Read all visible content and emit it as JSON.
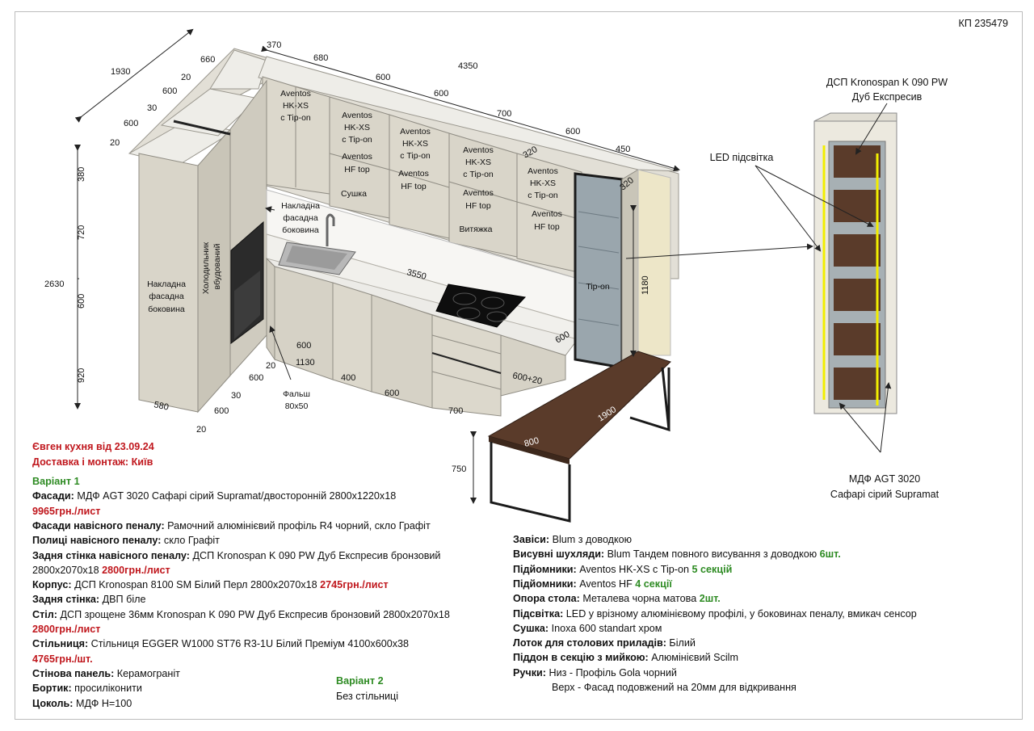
{
  "code": "КП 235479",
  "header": {
    "client": "Євген кухня від 23.09.24",
    "delivery": "Доставка і монтаж: Київ"
  },
  "drawing": {
    "colors": {
      "cabinet_light": "#dcd8cc",
      "cabinet_side": "#c9c5b8",
      "worktop": "#ecebe7",
      "glass": "#9aa6ad",
      "wood": "#5a3b2a",
      "led": "#f2ee00",
      "metal": "#1a1a1a"
    },
    "dims": {
      "d1930": "1930",
      "d660": "660",
      "d370": "370",
      "d680": "680",
      "d4350": "4350",
      "d600a": "600",
      "d600b": "600",
      "d700a": "700",
      "d600c": "600",
      "d450": "450",
      "d20a": "20",
      "d600d": "600",
      "d30a": "30",
      "d600e": "600",
      "d20b": "20",
      "d380": "380",
      "d720": "720",
      "d2630": "2630",
      "d600f": "600",
      "d920": "920",
      "d320a": "320",
      "d320b": "320",
      "d1180": "1180",
      "d3550": "3550",
      "d600g": "600",
      "d600h": "600",
      "d1130": "1130",
      "d20c": "20",
      "d600i": "600",
      "d400": "400",
      "d600j": "600",
      "d600k": "600",
      "d30b": "30",
      "d700b": "700",
      "d580": "580",
      "d20d": "20",
      "d600plus": "600+20",
      "d1900": "1900",
      "d800": "800",
      "d750": "750"
    },
    "labels": {
      "aventos_1a": "Aventos",
      "aventos_1b": "HK-XS",
      "aventos_1c": "с Tip-on",
      "aventos_2a": "Aventos",
      "aventos_2b": "HK-XS",
      "aventos_2c": "с Tip-on",
      "aventos_3a": "Aventos",
      "aventos_3b": "HK-XS",
      "aventos_3c": "с Tip-on",
      "aventos_4a": "Aventos",
      "aventos_4b": "HK-XS",
      "aventos_4c": "с Tip-on",
      "aventos_5a": "Aventos",
      "aventos_5b": "HK-XS",
      "aventos_5c": "с Tip-on",
      "hf_1a": "Aventos",
      "hf_1b": "HF top",
      "hf_2a": "Aventos",
      "hf_2b": "HF top",
      "hf_3a": "Aventos",
      "hf_3b": "HF top",
      "hf_4a": "Aventos",
      "hf_4b": "HF top",
      "sushka": "Сушка",
      "vytiazhka": "Витяжка",
      "nakladna_top_a": "Накладна",
      "nakladna_top_b": "фасадна",
      "nakladna_top_c": "боковина",
      "nakladna_left_a": "Накладна",
      "nakladna_left_b": "фасадна",
      "nakladna_left_c": "боковина",
      "fridge_a": "Холодильник",
      "fridge_b": "вбудований",
      "tipon": "Tip-on",
      "falsh_a": "Фальш",
      "falsh_b": "80x50",
      "led_label": "LED підсвітка",
      "dsp_a": "ДСП Kronospan K 090 PW",
      "dsp_b": "Дуб Експресив",
      "mdf_a": "МДФ AGT 3020",
      "mdf_b": "Сафарі сірий Supramat"
    }
  },
  "left_spec": [
    {
      "label": "Варіант 1",
      "text": ""
    },
    {
      "label": "Фасади:",
      "text": " МДФ AGT 3020 Сафарі сірий Supramat/двосторонній 2800х1220х18"
    },
    {
      "label": "",
      "text": "",
      "red": "9965грн./лист"
    },
    {
      "label": "Фасади навісного пеналу:",
      "text": " Рамочний алюмінієвий профіль R4 чорний, скло Графіт"
    },
    {
      "label": "Полиці навісного пеналу:",
      "text": " скло Графіт"
    },
    {
      "label": "Задня стінка навісного пеналу:",
      "text": " ДСП Kronospan K 090 PW Дуб Експресив бронзовий"
    },
    {
      "label": "",
      "text": "2800x2070x18 ",
      "red": "2800грн./лист"
    },
    {
      "label": "Корпус:",
      "text": " ДСП Kronospan 8100 SM Білий Перл 2800х2070х18 ",
      "red": "2745грн./лист"
    },
    {
      "label": "Задня стінка:",
      "text": " ДВП біле"
    },
    {
      "label": "Стіл:",
      "text": " ДСП зрощене 36мм Kronospan K 090 PW Дуб Експресив бронзовий 2800x2070x18"
    },
    {
      "label": "",
      "text": "",
      "red": "2800грн./лист"
    },
    {
      "label": "Стільниця:",
      "text": " Стільниця EGGER W1000 ST76 R3-1U Білий Преміум 4100x600x38"
    },
    {
      "label": "",
      "text": "",
      "red": "4765грн./шт."
    },
    {
      "label": "Стінова панель:",
      "text": " Керамограніт"
    },
    {
      "label": "Бортик:",
      "text": " просиліконити"
    },
    {
      "label": "Цоколь:",
      "text": " МДФ H=100"
    }
  ],
  "variant2": {
    "title": "Варіант 2",
    "text": "Без стільниці"
  },
  "right_spec": [
    {
      "label": "Завіси:",
      "text": " Blum  з доводкою",
      "green": ""
    },
    {
      "label": "Висувні шухляди:",
      "text": " Blum  Тандем повного висування з доводкою ",
      "green": "6шт."
    },
    {
      "label": "Підйомники:",
      "text": " Aventos HK-XS с Tip-on ",
      "green": "5 секцій"
    },
    {
      "label": "Підйомники:",
      "text": " Aventos HF ",
      "green": "4 секції"
    },
    {
      "label": "Опора стола:",
      "text": " Металева чорна матова ",
      "green": "2шт."
    },
    {
      "label": "Підсвітка:",
      "text": " LED у врізному алюмінієвому профілі, у боковинах пеналу, вмикач сенсор",
      "green": ""
    },
    {
      "label": "Сушка:",
      "text": " Inoxa 600 standart хром",
      "green": ""
    },
    {
      "label": "Лоток для столових приладів:",
      "text": " Білий",
      "green": ""
    },
    {
      "label": "Піддон в секцію з мийкою:",
      "text": " Алюмінієвий Scilm",
      "green": ""
    },
    {
      "label": "Ручки:",
      "text": " Низ - Профіль Gola чорний",
      "green": ""
    },
    {
      "label": "",
      "text": "Верх - Фасад подовжений на 20мм для відкривання",
      "green": ""
    }
  ]
}
